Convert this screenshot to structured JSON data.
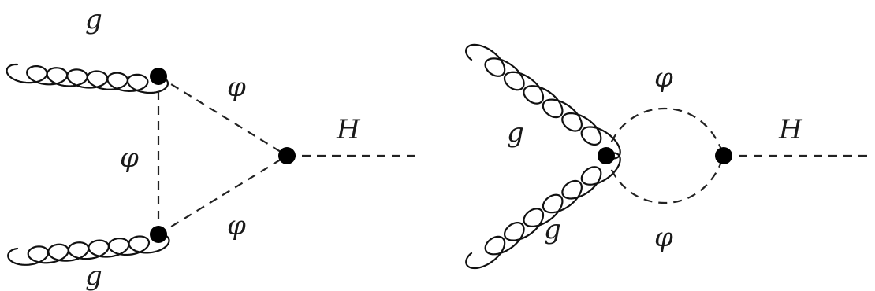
{
  "diagrams": [
    {
      "labels": {
        "gluon_top": "g",
        "gluon_bottom": "g",
        "scalar_vertical": "φ",
        "scalar_upper": "φ",
        "scalar_lower": "φ",
        "higgs": "H"
      }
    },
    {
      "labels": {
        "gluon_upper": "g",
        "gluon_lower": "g",
        "loop_top": "φ",
        "loop_bottom": "φ",
        "higgs": "H"
      }
    }
  ]
}
